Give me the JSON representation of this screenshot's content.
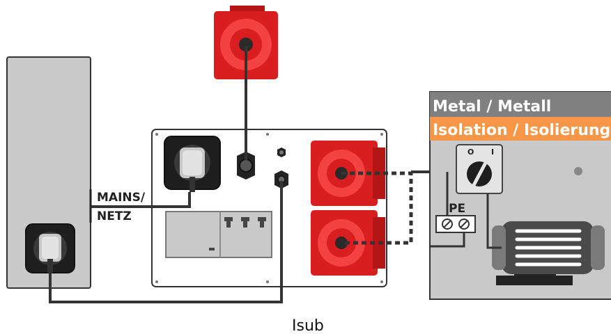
{
  "labels": {
    "mains": "MAINS/",
    "netz": "NETZ",
    "isub": "Isub",
    "metal": "Metal / Metall",
    "isolation": "Isolation / Isolierung",
    "pe": "PE",
    "switch_off": "O",
    "switch_on": "I"
  },
  "colors": {
    "red_socket": "#d81e1e",
    "red_ring": "#f44242",
    "orange_band": "#f79646",
    "metal_band": "#808080",
    "enclosure_grey": "#c9c9c9",
    "cable": "#333333",
    "text_white": "#ffffff"
  },
  "icons": [
    "schuko-socket-icon",
    "cee-socket-icon",
    "cable-gland-icon",
    "rotary-switch-icon",
    "motor-icon",
    "terminal-block-icon"
  ]
}
